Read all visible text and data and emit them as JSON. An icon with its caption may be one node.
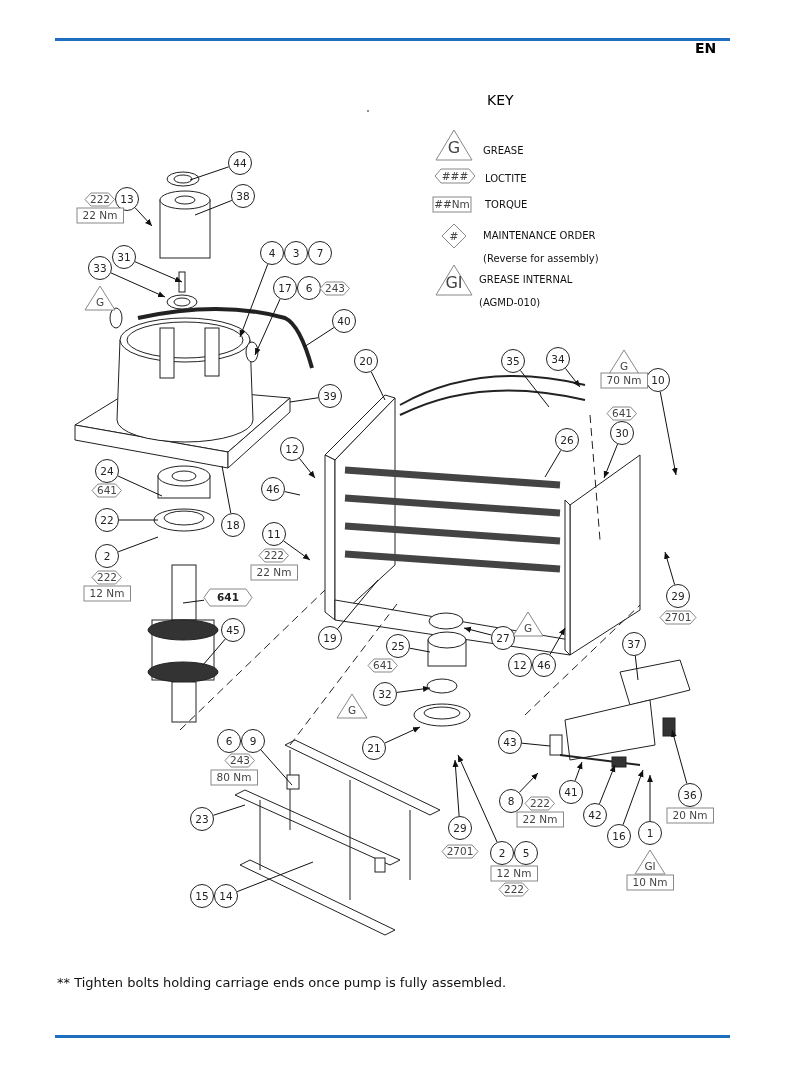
{
  "diagram": {
    "caption": "** Tighten bolts holding carriage ends once pump is fully assembled.",
    "nodes": [
      {
        "text": [
          "44"
        ]
      },
      {
        "text": [
          "13"
        ],
        "beside": [
          "222",
          "22 Nm"
        ]
      },
      {
        "text": [
          "38"
        ]
      },
      {
        "text": [
          "31"
        ]
      },
      {
        "text": [
          "4"
        ]
      },
      {
        "text": [
          "3"
        ]
      },
      {
        "text": [
          "7"
        ]
      },
      {
        "text": [
          "33"
        ]
      },
      {
        "text": [
          "17"
        ]
      },
      {
        "text": [
          "6"
        ],
        "beside": [
          "243"
        ]
      },
      {
        "text": [
          "40"
        ]
      },
      {
        "text": [
          "20"
        ]
      },
      {
        "text": [
          "35"
        ]
      },
      {
        "text": [
          "34"
        ]
      },
      {
        "text": [
          "39"
        ]
      },
      {
        "text": [
          "10"
        ],
        "beside": [
          "G",
          "70 Nm"
        ]
      },
      {
        "text": [
          "30"
        ],
        "beside": [
          "641"
        ]
      },
      {
        "text": [
          "26"
        ]
      },
      {
        "text": [
          "12"
        ]
      },
      {
        "text": [
          "46"
        ]
      },
      {
        "text": [
          "24"
        ],
        "beside": [
          "641"
        ]
      },
      {
        "text": [
          "22"
        ]
      },
      {
        "text": [
          "18"
        ]
      },
      {
        "text": [
          "11"
        ],
        "beside": [
          "222",
          "22 Nm"
        ]
      },
      {
        "text": [
          "2"
        ],
        "beside": [
          "222",
          "12 Nm"
        ]
      },
      {
        "text": [
          "29"
        ],
        "beside": [
          "2701"
        ]
      },
      {
        "text": [
          "641"
        ]
      },
      {
        "text": [
          "45"
        ]
      },
      {
        "text": [
          "19"
        ]
      },
      {
        "text": [
          "27"
        ]
      },
      {
        "text": [
          "25"
        ],
        "beside": [
          "641"
        ]
      },
      {
        "text": [
          "12"
        ]
      },
      {
        "text": [
          "46"
        ]
      },
      {
        "text": [
          "37"
        ]
      },
      {
        "text": [
          "32"
        ]
      },
      {
        "text": [
          "21"
        ]
      },
      {
        "text": [
          "43"
        ]
      },
      {
        "text": [
          "6"
        ],
        "beside": [
          "243",
          "80 Nm"
        ]
      },
      {
        "text": [
          "9"
        ]
      },
      {
        "text": [
          "8"
        ],
        "beside": [
          "222",
          "22 Nm"
        ]
      },
      {
        "text": [
          "41"
        ]
      },
      {
        "text": [
          "42"
        ]
      },
      {
        "text": [
          "36"
        ],
        "beside": [
          "20 Nm"
        ]
      },
      {
        "text": [
          "23"
        ]
      },
      {
        "text": [
          "16"
        ]
      },
      {
        "text": [
          "1"
        ],
        "beside": [
          "GI",
          "10 Nm"
        ]
      },
      {
        "text": [
          "29"
        ],
        "beside": [
          "2701"
        ]
      },
      {
        "text": [
          "2"
        ],
        "beside": [
          "12 Nm",
          "222"
        ]
      },
      {
        "text": [
          "5"
        ]
      },
      {
        "text": [
          "15"
        ]
      },
      {
        "text": [
          "14"
        ]
      }
    ],
    "edges": [
      {
        "from": 0,
        "to": null,
        "arrow": "none"
      },
      {
        "from": 1,
        "to": null,
        "arrow": "to"
      },
      {
        "from": 2,
        "to": null,
        "arrow": "none"
      },
      {
        "from": 3,
        "to": null,
        "arrow": "to"
      },
      {
        "from": 4,
        "to": null,
        "arrow": "to"
      },
      {
        "from": 7,
        "to": null,
        "arrow": "to"
      },
      {
        "from": 8,
        "to": null,
        "arrow": "to"
      },
      {
        "from": 10,
        "to": null,
        "arrow": "none"
      },
      {
        "from": 11,
        "to": null,
        "arrow": "none"
      },
      {
        "from": 12,
        "to": null,
        "arrow": "none"
      },
      {
        "from": 13,
        "to": null,
        "arrow": "to"
      },
      {
        "from": 14,
        "to": null,
        "arrow": "none"
      },
      {
        "from": 15,
        "to": null,
        "arrow": "to"
      },
      {
        "from": 16,
        "to": null,
        "arrow": "to"
      },
      {
        "from": 17,
        "to": null,
        "arrow": "none"
      },
      {
        "from": 18,
        "to": null,
        "arrow": "to"
      },
      {
        "from": 19,
        "to": null,
        "arrow": "none"
      },
      {
        "from": 20,
        "to": null,
        "arrow": "none"
      },
      {
        "from": 21,
        "to": null,
        "arrow": "none"
      },
      {
        "from": 22,
        "to": null,
        "arrow": "none"
      },
      {
        "from": 23,
        "to": null,
        "arrow": "to"
      },
      {
        "from": 24,
        "to": null,
        "arrow": "none"
      },
      {
        "from": 25,
        "to": null,
        "arrow": "to"
      },
      {
        "from": 26,
        "to": null,
        "arrow": "none"
      },
      {
        "from": 27,
        "to": null,
        "arrow": "none"
      },
      {
        "from": 28,
        "to": null,
        "arrow": "none"
      },
      {
        "from": 29,
        "to": null,
        "arrow": "to"
      },
      {
        "from": 30,
        "to": null,
        "arrow": "none"
      },
      {
        "from": 32,
        "to": null,
        "arrow": "to"
      },
      {
        "from": 33,
        "to": null,
        "arrow": "none"
      },
      {
        "from": 34,
        "to": null,
        "arrow": "to"
      },
      {
        "from": 35,
        "to": null,
        "arrow": "to"
      },
      {
        "from": 36,
        "to": null,
        "arrow": "none"
      },
      {
        "from": 38,
        "to": null,
        "arrow": "none"
      },
      {
        "from": 39,
        "to": null,
        "arrow": "to"
      },
      {
        "from": 40,
        "to": null,
        "arrow": "to"
      },
      {
        "from": 41,
        "to": null,
        "arrow": "to"
      },
      {
        "from": 42,
        "to": null,
        "arrow": "to"
      },
      {
        "from": 43,
        "to": null,
        "arrow": "none"
      },
      {
        "from": 44,
        "to": null,
        "arrow": "to"
      },
      {
        "from": 45,
        "to": null,
        "arrow": "to"
      },
      {
        "from": 46,
        "to": null,
        "arrow": "to"
      },
      {
        "from": 47,
        "to": null,
        "arrow": "to"
      },
      {
        "from": 50,
        "to": null,
        "arrow": "none"
      }
    ],
    "labels": [
      "EN",
      "KEY",
      "G",
      "###",
      "##Nm",
      "#",
      "GI",
      "G",
      "G",
      "G"
    ],
    "legend": [
      {
        "text": "GREASE"
      },
      {
        "text": "LOCTITE"
      },
      {
        "text": "TORQUE"
      },
      {
        "text": "MAINTENANCE ORDER (Reverse for assembly)"
      },
      {
        "text": "GREASE INTERNAL (AGMD-010)"
      }
    ]
  }
}
